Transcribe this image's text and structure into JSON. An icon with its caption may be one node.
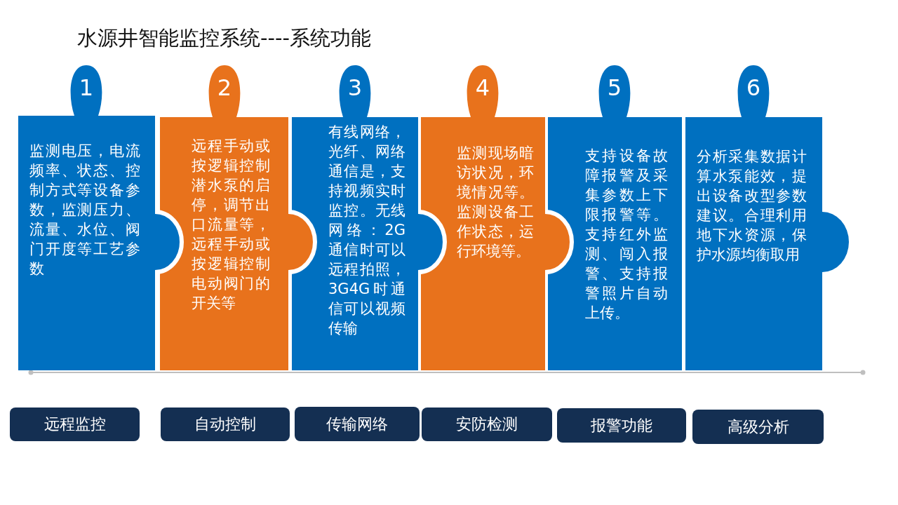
{
  "diagram": {
    "title": "水源井智能监控系统----系统功能",
    "nodes": [
      {
        "text": [
          "1",
          "监测电压，电流频率、状态、控制方式等设备参数，监测压力、流量、水位、阀门开度等工艺参数"
        ]
      },
      {
        "text": [
          "2",
          "远程手动或按逻辑控制潜水泵的启停，调节出口流量等，远程手动或按逻辑控制电动阀门的开关等"
        ]
      },
      {
        "text": [
          "3",
          "有线网络，光纤、网络通信是，支持视频实时监控。无线网络：2G通信时可以远程拍照，3G4G时通信可以视频传输"
        ]
      },
      {
        "text": [
          "4",
          "监测现场暗访状况，环境情况等。监测设备工作状态，运行环境等。"
        ]
      },
      {
        "text": [
          "5",
          "支持设备故障报警及采集参数上下限报警等。支持红外监测、闯入报警、支持报警照片自动上传。"
        ]
      },
      {
        "text": [
          "6",
          "分析采集数据计算水泵能效，提出设备改型参数建议。合理利用地下水资源，保护水源均衡取用"
        ]
      },
      {
        "text": [
          "远程监控"
        ]
      },
      {
        "text": [
          "自动控制"
        ]
      },
      {
        "text": [
          "传输网络"
        ]
      },
      {
        "text": [
          "安防检测"
        ]
      },
      {
        "text": [
          "报警功能"
        ]
      },
      {
        "text": [
          "高级分析"
        ]
      }
    ]
  }
}
